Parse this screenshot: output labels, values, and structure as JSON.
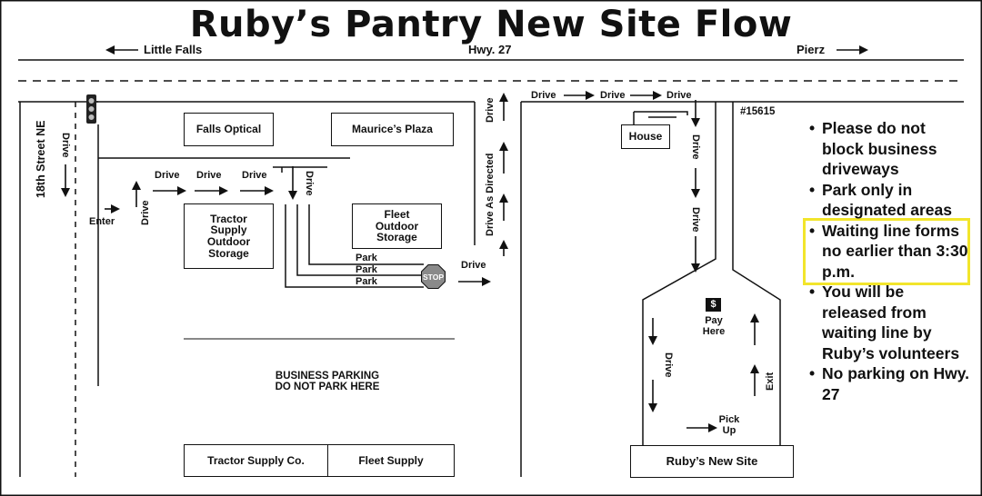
{
  "title": "Ruby’s Pantry New Site Flow",
  "highway": {
    "west_label": "Little Falls",
    "center_label": "Hwy. 27",
    "east_label": "Pierz"
  },
  "street": {
    "name": "18th Street NE"
  },
  "buildings": {
    "falls_optical": "Falls Optical",
    "maurices_plaza": "Maurice’s Plaza",
    "tractor_supply_outdoor": "Tractor Supply Outdoor Storage",
    "fleet_outdoor": "Fleet Outdoor Storage",
    "house": "House",
    "tractor_supply_co": "Tractor Supply Co.",
    "fleet_supply": "Fleet Supply",
    "rubys_new_site": "Ruby’s New Site"
  },
  "lot_labels": {
    "business_parking_line1": "BUSINESS PARKING",
    "business_parking_line2": "DO NOT PARK HERE",
    "site_number": "#15615",
    "pay_here_line1": "Pay",
    "pay_here_line2": "Here",
    "money_symbol": "$",
    "pick_up_line1": "Pick",
    "pick_up_line2": "Up",
    "exit": "Exit",
    "enter": "Enter",
    "stop_sign": "STOP"
  },
  "flow_labels": {
    "drive": "Drive",
    "park": "Park",
    "drive_as_directed": "Drive As Directed"
  },
  "notes": [
    "Please do not block business driveways",
    "Park only in designated areas",
    "Waiting line forms no earlier than 3:30 p.m.",
    "You will be released from waiting line by Ruby’s volunteers",
    "No parking on Hwy. 27"
  ],
  "highlighted_note_index": 2,
  "colors": {
    "ink": "#111111",
    "highlight": "#f2e52b",
    "stop_sign": "#8a8a8a",
    "background": "#ffffff"
  }
}
